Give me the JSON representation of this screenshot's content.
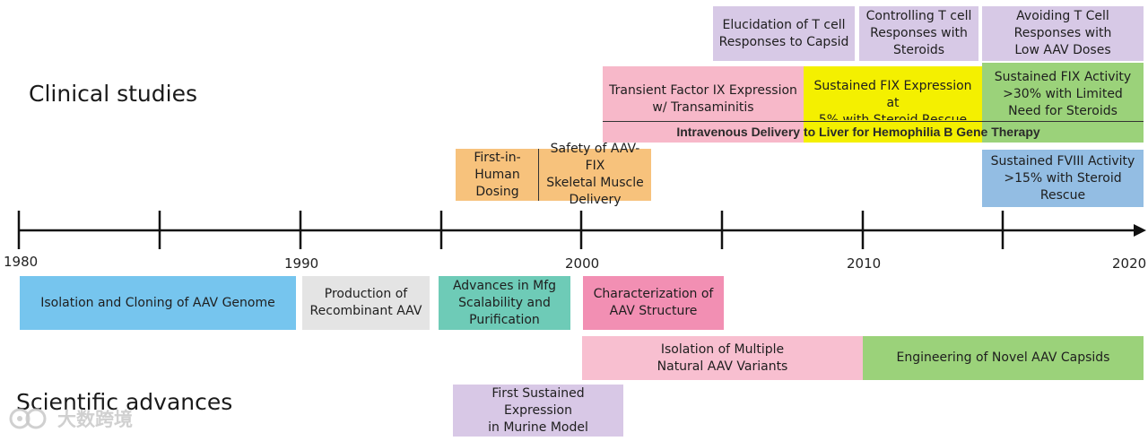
{
  "labels": {
    "clinical": "Clinical studies",
    "scientific": "Scientific advances"
  },
  "years": [
    "1980",
    "1990",
    "2000",
    "2010",
    "2020"
  ],
  "colors": {
    "lavender": "#d7c9e6",
    "pink": "#f7b8c9",
    "yellow": "#f4f000",
    "green": "#9bd27a",
    "orange": "#f7c27c",
    "blue": "#93bde3",
    "skyblue": "#76c5ee",
    "gray": "#e4e4e4",
    "teal": "#6ecbb7",
    "rose": "#f28fb3",
    "lightpink": "#f8bfd0",
    "lightlavender": "#d8c8e6"
  },
  "clinical_boxes": {
    "t_cell_capsid": "Elucidation of T cell\nResponses to Capsid",
    "t_cell_steroids": "Controlling T cell\nResponses with\nSteroids",
    "t_cell_low_dose": "Avoiding T Cell\nResponses with\nLow AAV Doses",
    "transient_fix": "Transient Factor IX Expression\nw/ Transaminitis",
    "sustained_fix_5": "Sustained FIX Expression at\n5% with Steroid Rescue",
    "sustained_fix_30": "Sustained FIX Activity\n>30% with Limited\nNeed for Steroids",
    "iv_delivery": "Intravenous Delivery to Liver for Hemophilia B Gene Therapy",
    "first_in_human": "First-in-\nHuman\nDosing",
    "skeletal_muscle": "Safety of AAV-FIX\nSkeletal Muscle\nDelivery",
    "fviii": "Sustained FVIII Activity\n>15% with Steroid\nRescue"
  },
  "science_boxes": {
    "isolation_cloning": "Isolation and Cloning of AAV Genome",
    "production": "Production of\nRecombinant AAV",
    "mfg": "Advances in Mfg\nScalability and\nPurification",
    "structure": "Characterization of\nAAV Structure",
    "natural_variants": "Isolation of Multiple\nNatural AAV Variants",
    "novel_capsids": "Engineering of Novel AAV Capsids",
    "murine": "First Sustained Expression\nin Murine Model"
  },
  "watermark": {
    "text": "大数跨境"
  }
}
